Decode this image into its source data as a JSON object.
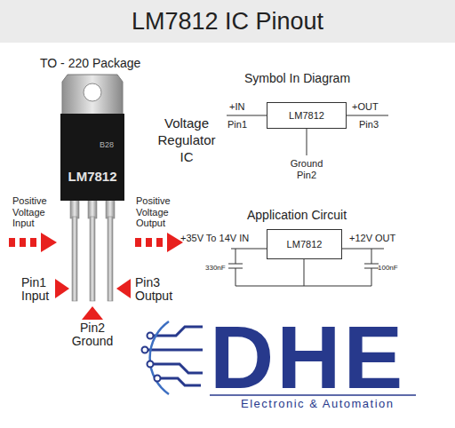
{
  "diagram": {
    "title": "LM7812 IC Pinout",
    "nodes": [
      {
        "text": [
          "B28",
          "LM7812"
        ]
      },
      {
        "text": [
          "LM7812"
        ]
      },
      {
        "text": [
          "LM7812"
        ]
      }
    ],
    "labels": [
      "TO - 220 Package",
      "Voltage Regulator IC",
      "Positive Voltage Input",
      "Positive Voltage Output",
      "Pin1 Input",
      "Pin3 Output",
      "Pin2 Ground",
      "Symbol In Diagram",
      "+IN",
      "Pin1",
      "+OUT",
      "Pin3",
      "Ground Pin2",
      "Application Circuit",
      "+35V To 14V IN",
      "+12V OUT",
      "330nF",
      "100nF",
      "DHE",
      "Electronic & Automation"
    ]
  }
}
